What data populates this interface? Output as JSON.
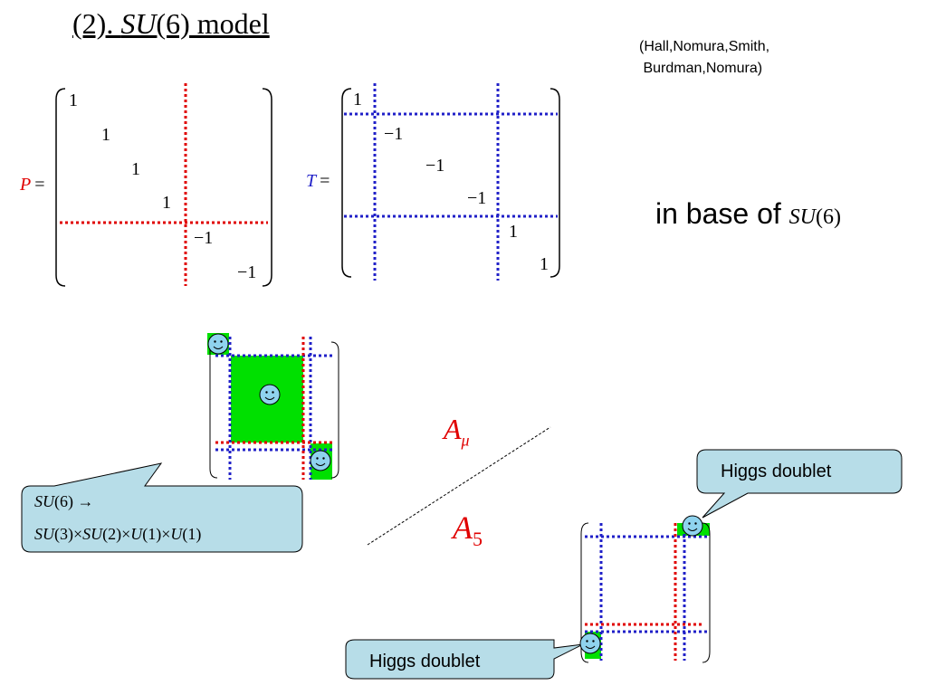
{
  "title": {
    "prefix": "(2). ",
    "group": "SU",
    "suffix": "(6) model"
  },
  "authors": "(Hall,Nomura,Smith,\n Burdman,Nomura)",
  "base_text": {
    "label": "in base of",
    "group": "SU",
    "arg": "(6)"
  },
  "matrix_p": {
    "symbol": "P",
    "equals": "=",
    "entries": [
      "1",
      "1",
      "1",
      "1",
      "−1",
      "−1"
    ]
  },
  "matrix_t": {
    "symbol": "T",
    "equals": "=",
    "entries": [
      "1",
      "−1",
      "−1",
      "−1",
      "1",
      "1"
    ]
  },
  "gauge_field": {
    "A": "A",
    "mu": "μ"
  },
  "scalar_field": {
    "A": "A",
    "five": "5"
  },
  "breaking_callout": {
    "line1_group": "SU",
    "line1_rest": "(6) →",
    "line2": [
      "SU",
      "(3)×",
      "SU",
      "(2)×",
      "U",
      "(1)×",
      "U",
      "(1)"
    ]
  },
  "higgs_upper": "Higgs doublet",
  "higgs_lower": "Higgs doublet",
  "colors": {
    "red": "#e00000",
    "blue": "#2020c8",
    "green": "#00e000",
    "callout_bg": "#b7dde8",
    "smiley": "#8fd3ee"
  }
}
